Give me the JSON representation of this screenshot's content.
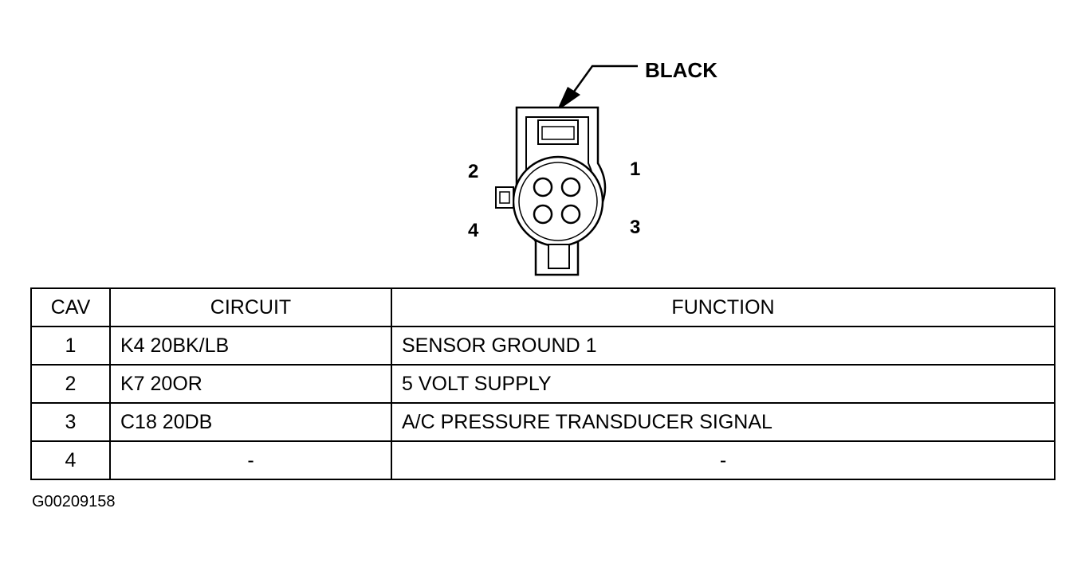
{
  "connector": {
    "color_label": "BLACK",
    "pin_labels": [
      "1",
      "2",
      "3",
      "4"
    ]
  },
  "table": {
    "headers": [
      "CAV",
      "CIRCUIT",
      "FUNCTION"
    ],
    "rows": [
      {
        "cav": "1",
        "circuit": "K4 20BK/LB",
        "function": "SENSOR GROUND 1"
      },
      {
        "cav": "2",
        "circuit": "K7 20OR",
        "function": "5 VOLT SUPPLY"
      },
      {
        "cav": "3",
        "circuit": "C18 20DB",
        "function": "A/C PRESSURE TRANSDUCER SIGNAL"
      },
      {
        "cav": "4",
        "circuit": "-",
        "function": "-"
      }
    ]
  },
  "figure_id": "G00209158"
}
